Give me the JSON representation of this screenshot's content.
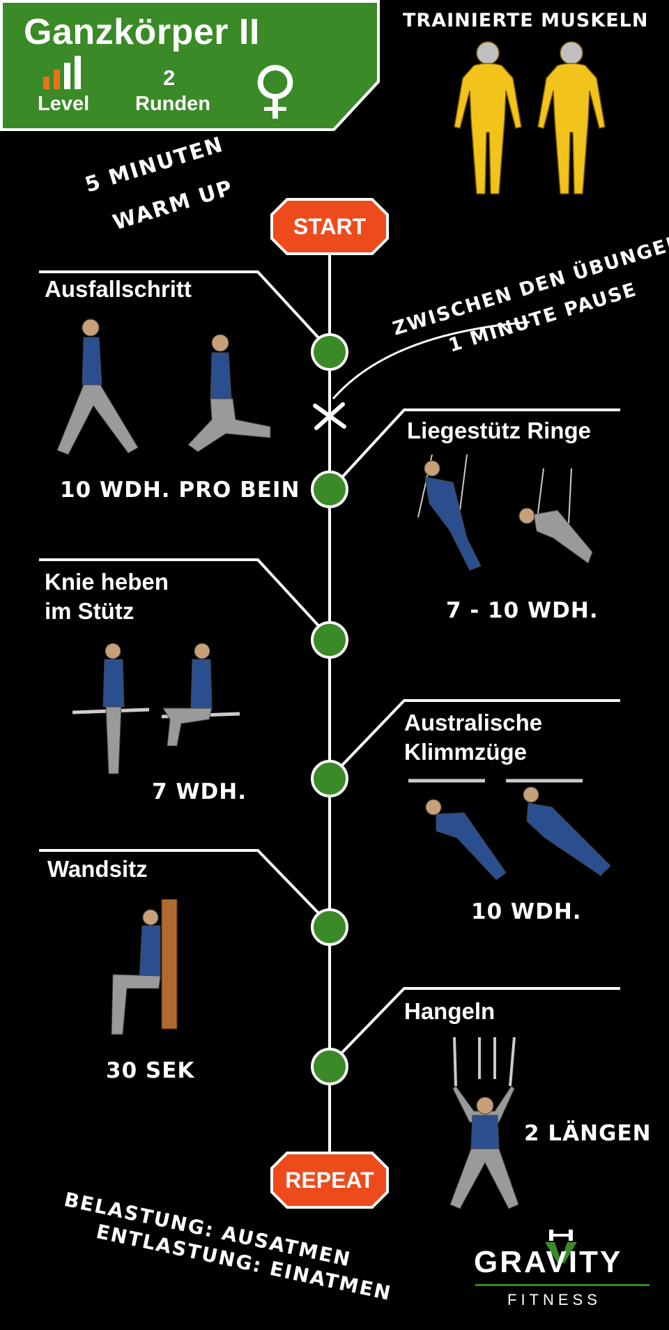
{
  "header": {
    "title": "Ganzkörper II",
    "level_label": "Level",
    "rounds_value": "2",
    "rounds_label": "Runden",
    "gender_symbol": "♀"
  },
  "muscles": {
    "label": "TRAINIERTE MUSKELN"
  },
  "warmup": {
    "line1": "5 MINUTEN",
    "line2": "WARM UP"
  },
  "pause_note": {
    "line1": "ZWISCHEN DEN ÜBUNGEN",
    "line2": "1 MINUTE PAUSE"
  },
  "start_label": "START",
  "repeat_label": "REPEAT",
  "exercises": [
    {
      "name": "Ausfallschritt",
      "reps": "10 WDH. PRO BEIN"
    },
    {
      "name": "Liegestütz Ringe",
      "reps": "7 - 10 WDH."
    },
    {
      "name1": "Knie heben",
      "name2": "im Stütz",
      "reps": "7 WDH."
    },
    {
      "name1": "Australische",
      "name2": "Klimmzüge",
      "reps": "10 WDH."
    },
    {
      "name": "Wandsitz",
      "reps": "30 SEK"
    },
    {
      "name": "Hangeln",
      "reps": "2 LÄNGEN"
    }
  ],
  "breathing": {
    "line1": "BELASTUNG: AUSATMEN",
    "line2": "ENTLASTUNG: EINATMEN"
  },
  "brand": {
    "name": "GRAVITY",
    "sub": "FITNESS"
  },
  "colors": {
    "green": "#3a8a27",
    "orange_red": "#ee4b1c",
    "level_orange": "#e8731a",
    "muscle_yellow": "#f2c31b"
  },
  "level_value": 2,
  "level_max": 4
}
